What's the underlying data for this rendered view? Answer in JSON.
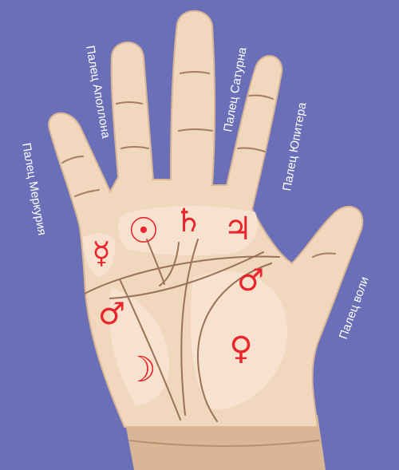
{
  "labels": {
    "mercury": "Палец Меркурия",
    "apollo": "Палец Аполлона",
    "saturn": "Палец Сатурна",
    "jupiter": "Палец Юпитера",
    "will": "Палец воли"
  },
  "symbols": {
    "mercury": "☿",
    "sun": "☉",
    "saturn": "♄",
    "jupiter": "♃",
    "mars_upper": "♂",
    "mars_lower": "♂",
    "venus": "♀",
    "moon": "☽"
  },
  "colors": {
    "background": "#6a6fb8",
    "skin": "#f0d7be",
    "skin_shadow": "#d8b696",
    "mount": "#f6e2cf",
    "lines": "#9a7258",
    "symbols": "#e8262b"
  }
}
